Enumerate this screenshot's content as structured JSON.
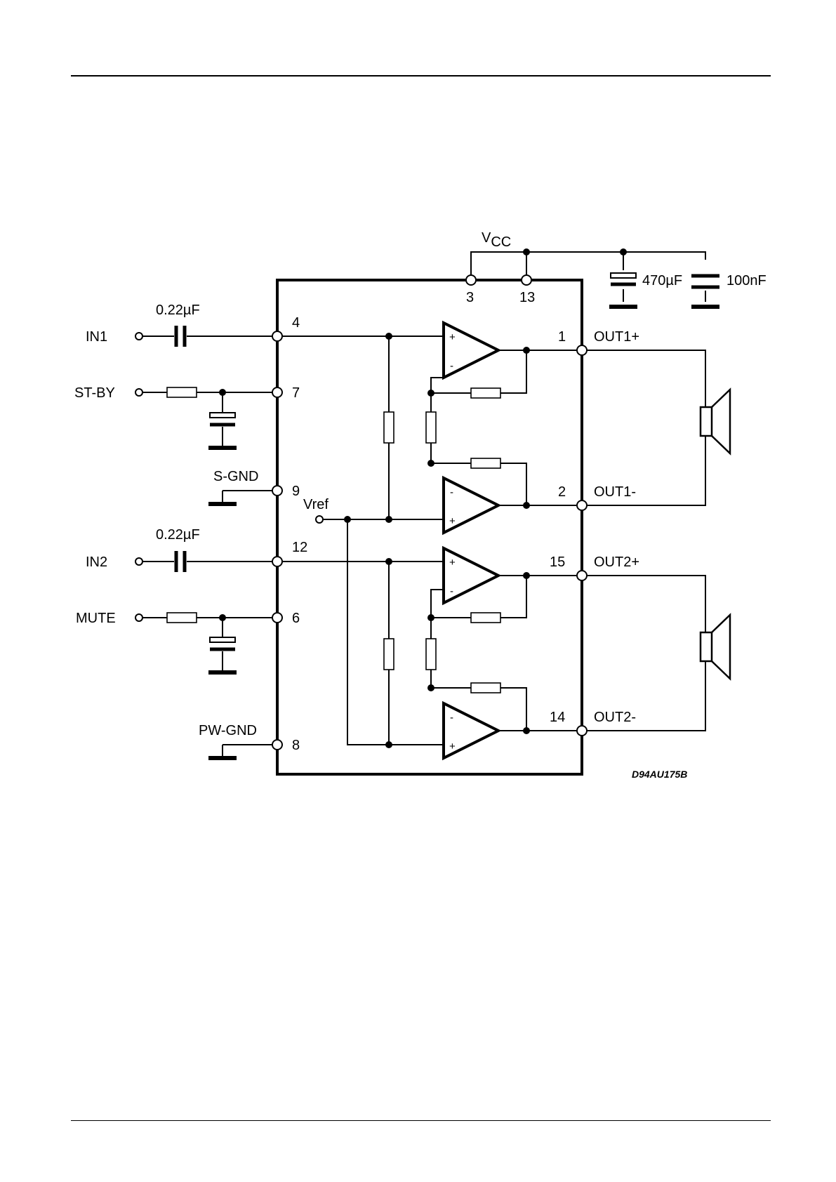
{
  "schematic": {
    "vcc": {
      "main": "V",
      "sub": "CC"
    },
    "caps": {
      "c1": "470µF",
      "c2": "100nF",
      "in1": "0.22µF",
      "in2": "0.22µF"
    },
    "inputs": {
      "in1": "IN1",
      "stby": "ST-BY",
      "sgnd": "S-GND",
      "vref": "Vref",
      "in2": "IN2",
      "mute": "MUTE",
      "pwgnd": "PW-GND"
    },
    "outputs": {
      "out1p": "OUT1+",
      "out1m": "OUT1-",
      "out2p": "OUT2+",
      "out2m": "OUT2-"
    },
    "pins": {
      "p3": "3",
      "p13": "13",
      "p4": "4",
      "p7": "7",
      "p9": "9",
      "p12": "12",
      "p6": "6",
      "p8": "8",
      "p1": "1",
      "p2": "2",
      "p15": "15",
      "p14": "14"
    },
    "amp_signs": {
      "plus": "+",
      "minus": "-"
    },
    "figure_code": "D94AU175B"
  }
}
